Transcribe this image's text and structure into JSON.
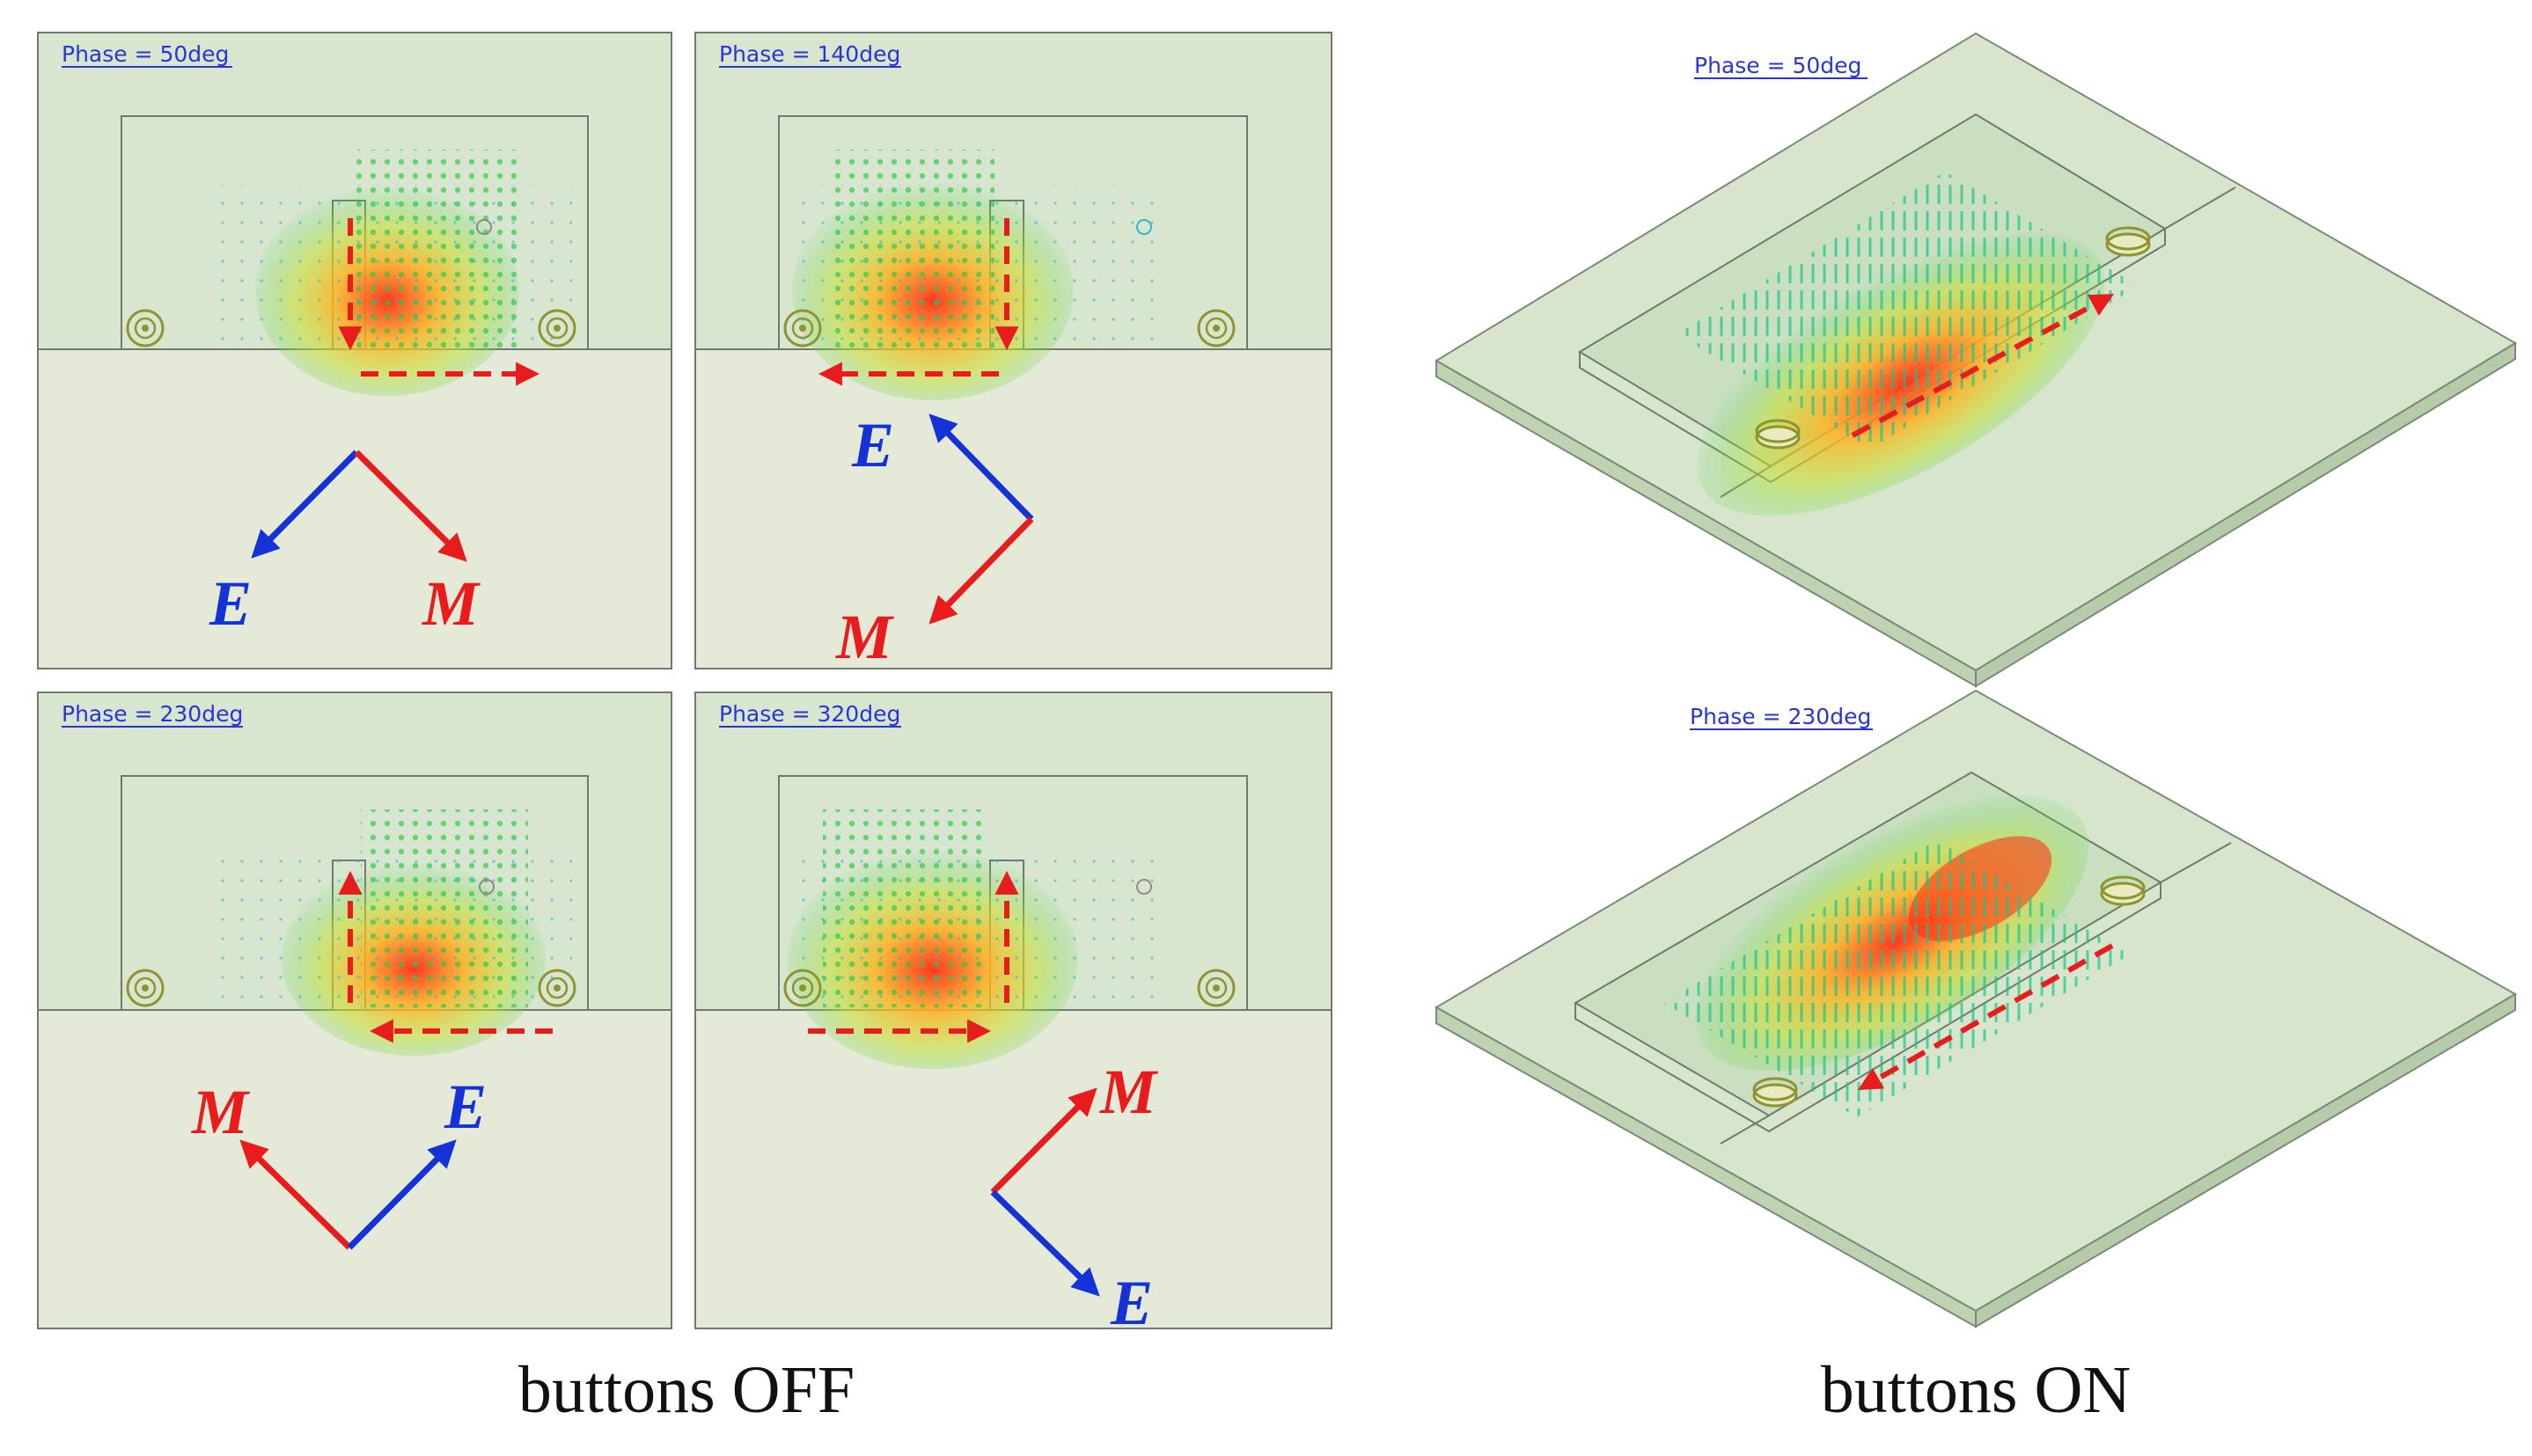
{
  "captions": {
    "off": "buttons OFF",
    "on": "buttons ON"
  },
  "phases": {
    "p50": "Phase = 50deg",
    "p140": "Phase = 140deg",
    "p230": "Phase = 230deg",
    "p320": "Phase = 320deg"
  },
  "vectors": {
    "electric": "E",
    "magnetic": "M"
  },
  "colors": {
    "electric": "#1432d6",
    "magnetic": "#e81c1c",
    "panel_upper": "#d9e6cf",
    "panel_lower": "#e5e9d8",
    "border": "#6f7a6c"
  }
}
